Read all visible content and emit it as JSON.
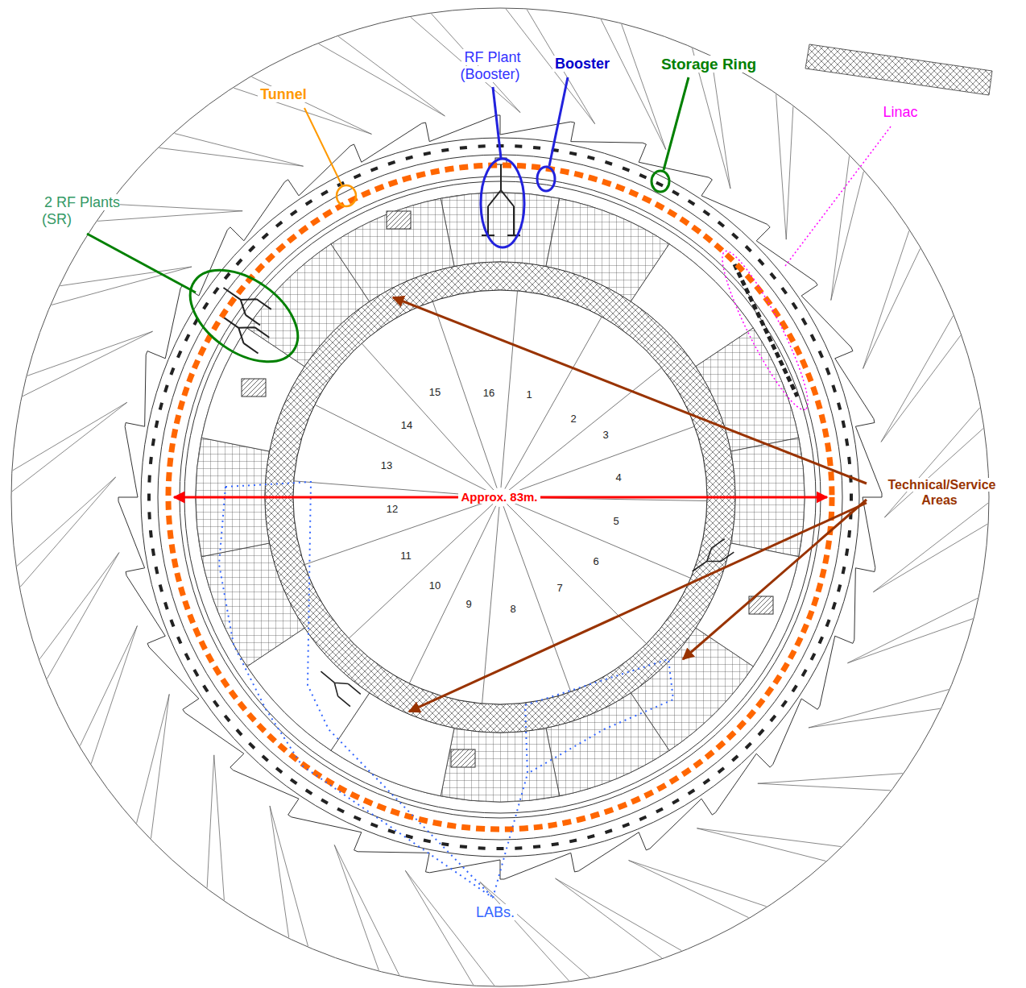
{
  "diagram": {
    "labels": [
      "RF Plant (Booster)",
      "Booster",
      "Storage Ring",
      "Tunnel",
      "Linac",
      "2 RF Plants (SR)",
      "16",
      "1",
      "2",
      "3",
      "4",
      "5",
      "6",
      "7",
      "8",
      "9",
      "10",
      "11",
      "12",
      "13",
      "14",
      "15",
      "Approx. 83m.",
      "Technical/Service Areas",
      "LABs."
    ]
  }
}
